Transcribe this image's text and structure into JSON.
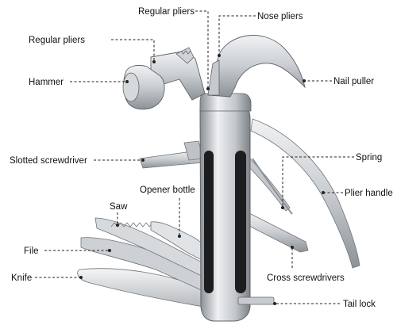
{
  "labels": {
    "regular_pliers_top": "Regular pliers",
    "nose_pliers": "Nose pliers",
    "regular_pliers_left": "Regular pliers",
    "hammer": "Hammer",
    "nail_puller": "Nail puller",
    "slotted_screwdriver": "Slotted screwdriver",
    "spring": "Spring",
    "opener_bottle": "Opener bottle",
    "plier_handle": "Plier handle",
    "saw": "Saw",
    "file": "File",
    "knife": "Knife",
    "cross_screwdrivers": "Cross screwdrivers",
    "tail_lock": "Tail lock"
  },
  "colors": {
    "steel_light": "#e4e6e8",
    "steel_mid": "#b9bdc1",
    "steel_dark": "#7d8287",
    "black_grip": "#1c1d1f",
    "leader_line": "#222222"
  }
}
